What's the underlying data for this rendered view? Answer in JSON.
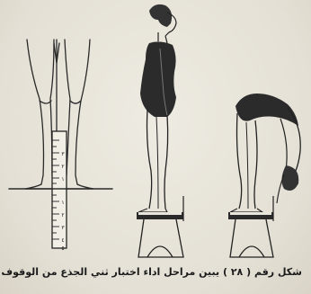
{
  "caption": "شكل رقم ( ٢٨ ) يبين مراحل اداء اختبار ثني الجذع من الوقوف",
  "ruler": {
    "labels_above": [
      "٣",
      "٢",
      "١"
    ],
    "labels_below": [
      "١",
      "٢",
      "٣",
      "٤",
      "٥"
    ]
  },
  "colors": {
    "ink": "#1e1e1e",
    "paper": "#e9e6dc",
    "garment": "#2a2a2a"
  }
}
